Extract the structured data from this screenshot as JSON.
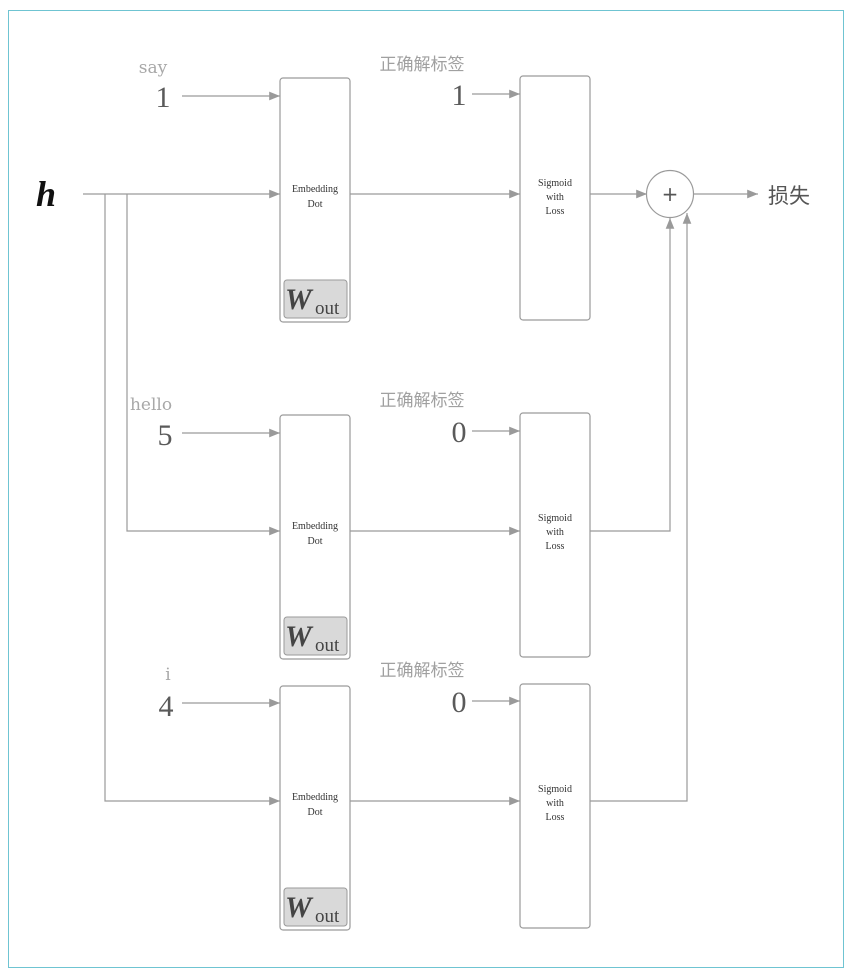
{
  "input_vector": "h",
  "output_label": "损失",
  "sum_symbol": "+",
  "rows": [
    {
      "word": "say",
      "index": "1",
      "correct_label_caption": "正确解标签",
      "correct_label": "1",
      "embed_line1": "Embedding",
      "embed_line2": "Dot",
      "weight_main": "W",
      "weight_sub": "out",
      "loss_line1": "Sigmoid",
      "loss_line2": "with",
      "loss_line3": "Loss"
    },
    {
      "word": "hello",
      "index": "5",
      "correct_label_caption": "正确解标签",
      "correct_label": "0",
      "embed_line1": "Embedding",
      "embed_line2": "Dot",
      "weight_main": "W",
      "weight_sub": "out",
      "loss_line1": "Sigmoid",
      "loss_line2": "with",
      "loss_line3": "Loss"
    },
    {
      "word": "i",
      "index": "4",
      "correct_label_caption": "正确解标签",
      "correct_label": "0",
      "embed_line1": "Embedding",
      "embed_line2": "Dot",
      "weight_main": "W",
      "weight_sub": "out",
      "loss_line1": "Sigmoid",
      "loss_line2": "with",
      "loss_line3": "Loss"
    }
  ]
}
